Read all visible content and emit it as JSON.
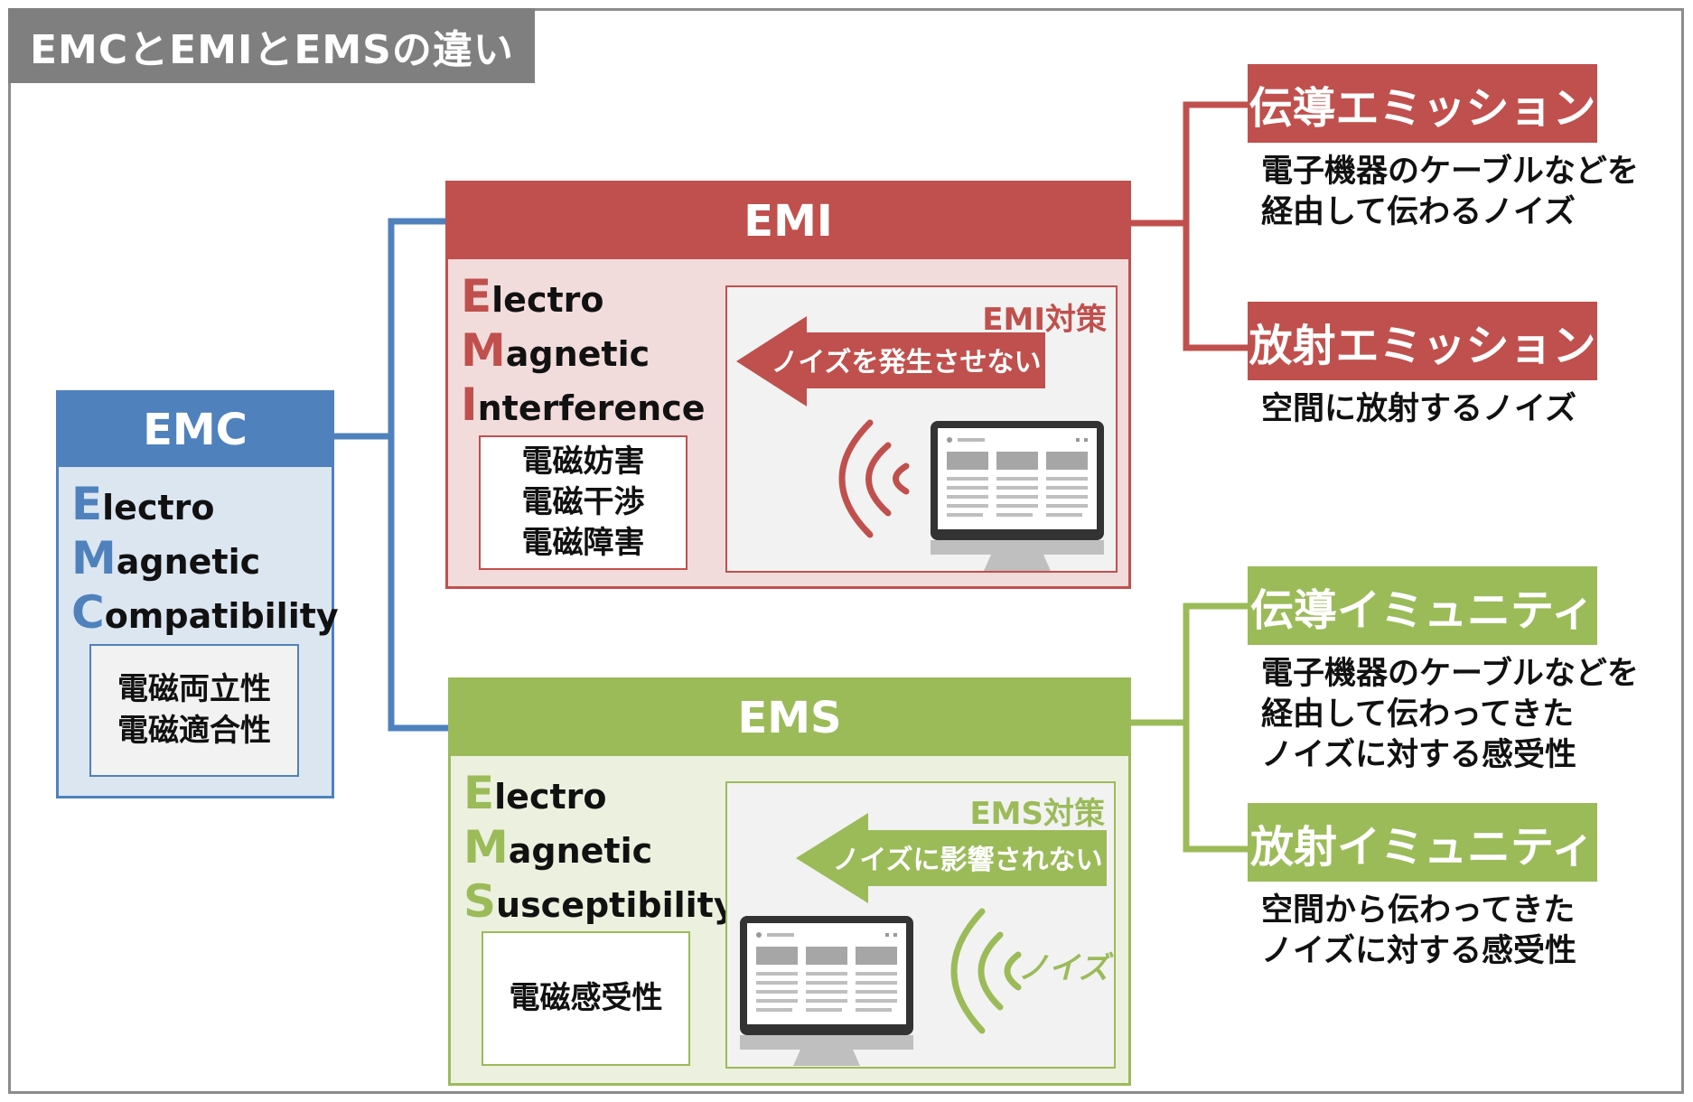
{
  "title": "EMCとEMIとEMSの違い",
  "colors": {
    "emc": "#4f81bd",
    "emi": "#c0504d",
    "ems": "#9bbb59",
    "gray": "#7f7f7f"
  },
  "emc": {
    "header": "EMC",
    "words": [
      {
        "cap": "E",
        "rest": "lectro"
      },
      {
        "cap": "M",
        "rest": "agnetic"
      },
      {
        "cap": "C",
        "rest": "ompatibility"
      }
    ],
    "kanji": [
      "電磁両立性",
      "電磁適合性"
    ]
  },
  "emi": {
    "header": "EMI",
    "words": [
      {
        "cap": "E",
        "rest": "lectro"
      },
      {
        "cap": "M",
        "rest": "agnetic"
      },
      {
        "cap": "I",
        "rest": "nterference"
      }
    ],
    "kanji": [
      "電磁妨害",
      "電磁干渉",
      "電磁障害"
    ],
    "countermeasure": "EMI対策",
    "arrow_text": "ノイズを発生させない"
  },
  "ems": {
    "header": "EMS",
    "words": [
      {
        "cap": "E",
        "rest": "lectro"
      },
      {
        "cap": "M",
        "rest": "agnetic"
      },
      {
        "cap": "S",
        "rest": "usceptibility"
      }
    ],
    "kanji": [
      "電磁感受性"
    ],
    "countermeasure": "EMS対策",
    "arrow_text": "ノイズに影響されない",
    "noise_label": "ノイズ"
  },
  "emi_types": [
    {
      "label": "伝導エミッション",
      "desc": [
        "電子機器のケーブルなどを",
        "経由して伝わるノイズ"
      ]
    },
    {
      "label": "放射エミッション",
      "desc": [
        "空間に放射するノイズ"
      ]
    }
  ],
  "ems_types": [
    {
      "label": "伝導イミュニティ",
      "desc": [
        "電子機器のケーブルなどを",
        "経由して伝わってきた",
        "ノイズに対する感受性"
      ]
    },
    {
      "label": "放射イミュニティ",
      "desc": [
        "空間から伝わってきた",
        "ノイズに対する感受性"
      ]
    }
  ]
}
